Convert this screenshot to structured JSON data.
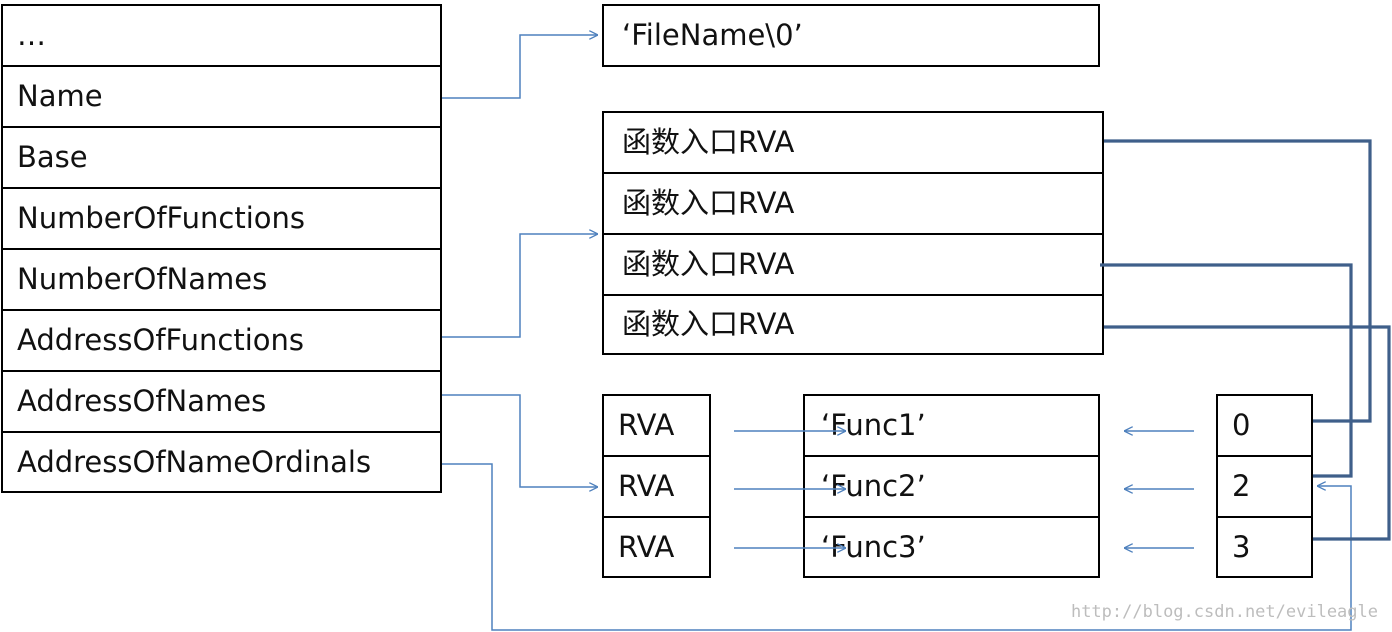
{
  "export_directory": {
    "fields": [
      "…",
      "Name",
      "Base",
      "NumberOfFunctions",
      "NumberOfNames",
      "AddressOfFunctions",
      "AddressOfNames",
      "AddressOfNameOrdinals"
    ]
  },
  "file_name": {
    "value": "‘FileName\\0’"
  },
  "function_table": {
    "entries": [
      "函数入口RVA",
      "函数入口RVA",
      "函数入口RVA",
      "函数入口RVA"
    ]
  },
  "name_table": {
    "entries": [
      "RVA",
      "RVA",
      "RVA"
    ]
  },
  "name_strings": {
    "entries": [
      "‘Func1’",
      "‘Func2’",
      "‘Func3’"
    ]
  },
  "ordinal_table": {
    "entries": [
      "0",
      "2",
      "3"
    ]
  },
  "watermark": "http://blog.csdn.net/evileagle",
  "colors": {
    "thin_arrow": "#4f81bd",
    "thick_link": "#3f5f8a",
    "border": "#000000"
  }
}
